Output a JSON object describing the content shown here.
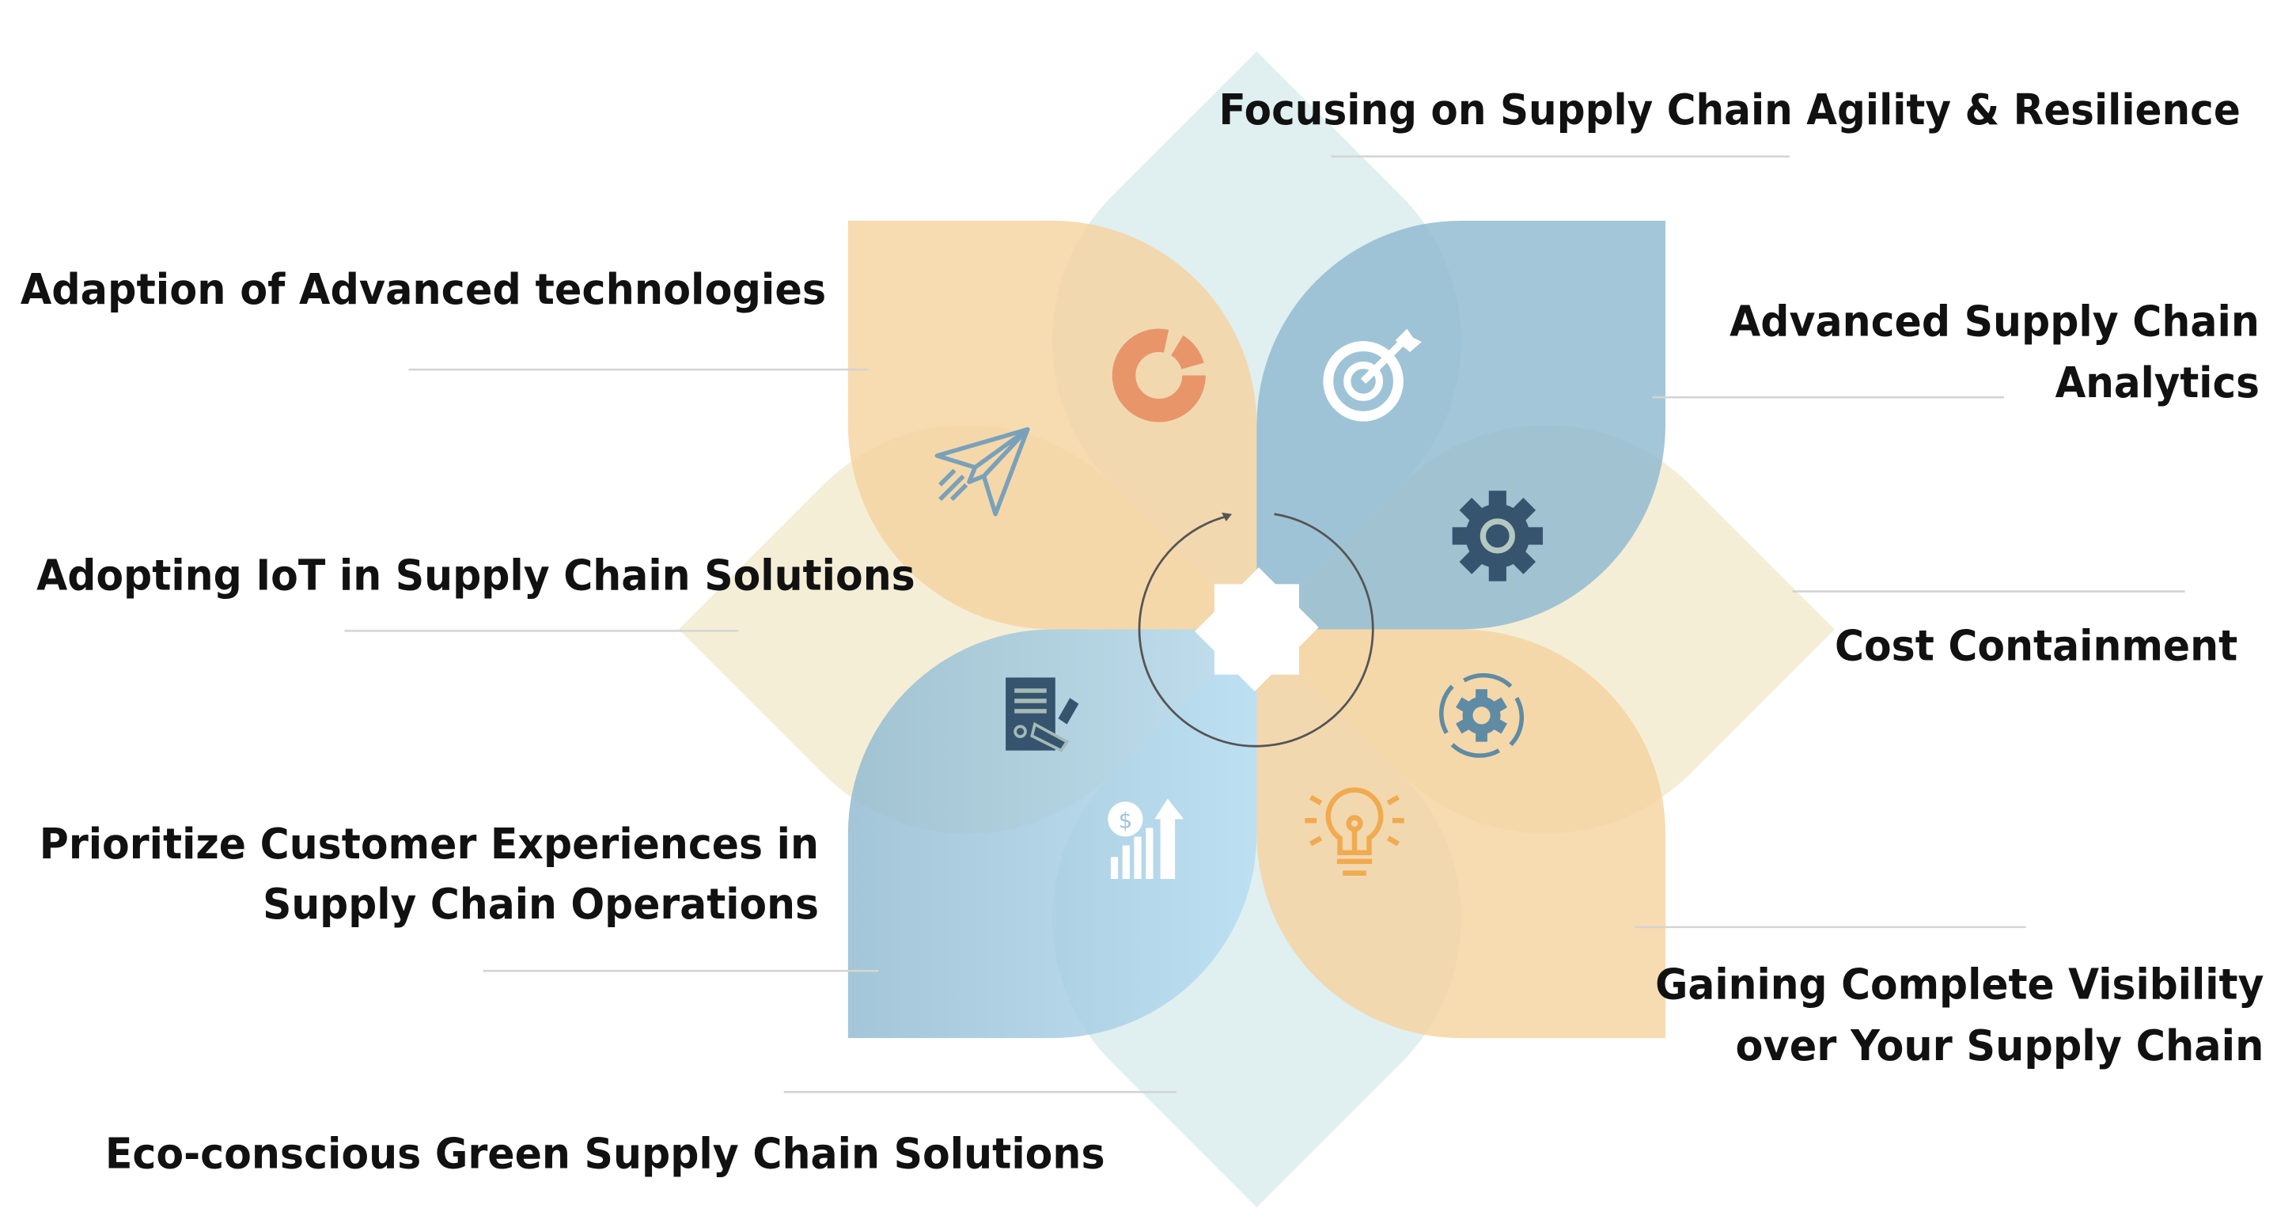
{
  "labels": {
    "agility": "Focusing on Supply Chain Agility & Resilience",
    "advanced_tech": "Adaption of Advanced technologies",
    "analytics_1": "Advanced Supply Chain",
    "analytics_2": "Analytics",
    "iot": "Adopting IoT in Supply Chain Solutions",
    "cost": "Cost Containment",
    "customer_1": "Prioritize Customer Experiences in",
    "customer_2": "Supply Chain Operations",
    "visibility_1": "Gaining Complete Visibility",
    "visibility_2": "over Your Supply Chain",
    "green": "Eco-conscious Green Supply Chain Solutions"
  },
  "colors": {
    "orange_leaf": "#f5d3a0",
    "blue_leaf": "#8fb9cf",
    "blue_leaf_light": "#b6dcf3",
    "teal_leaf": "#cfe7e8",
    "beige_leaf": "#f2e8c9",
    "dark_icon": "#36546e",
    "orange_icon": "#e8956a",
    "bulb_icon": "#f0aa50"
  },
  "icons": [
    "donut-chart-icon",
    "target-icon",
    "paper-plane-icon",
    "gear-icon",
    "document-signature-icon",
    "gear-cycle-icon",
    "dollar-growth-icon",
    "lightbulb-icon"
  ]
}
